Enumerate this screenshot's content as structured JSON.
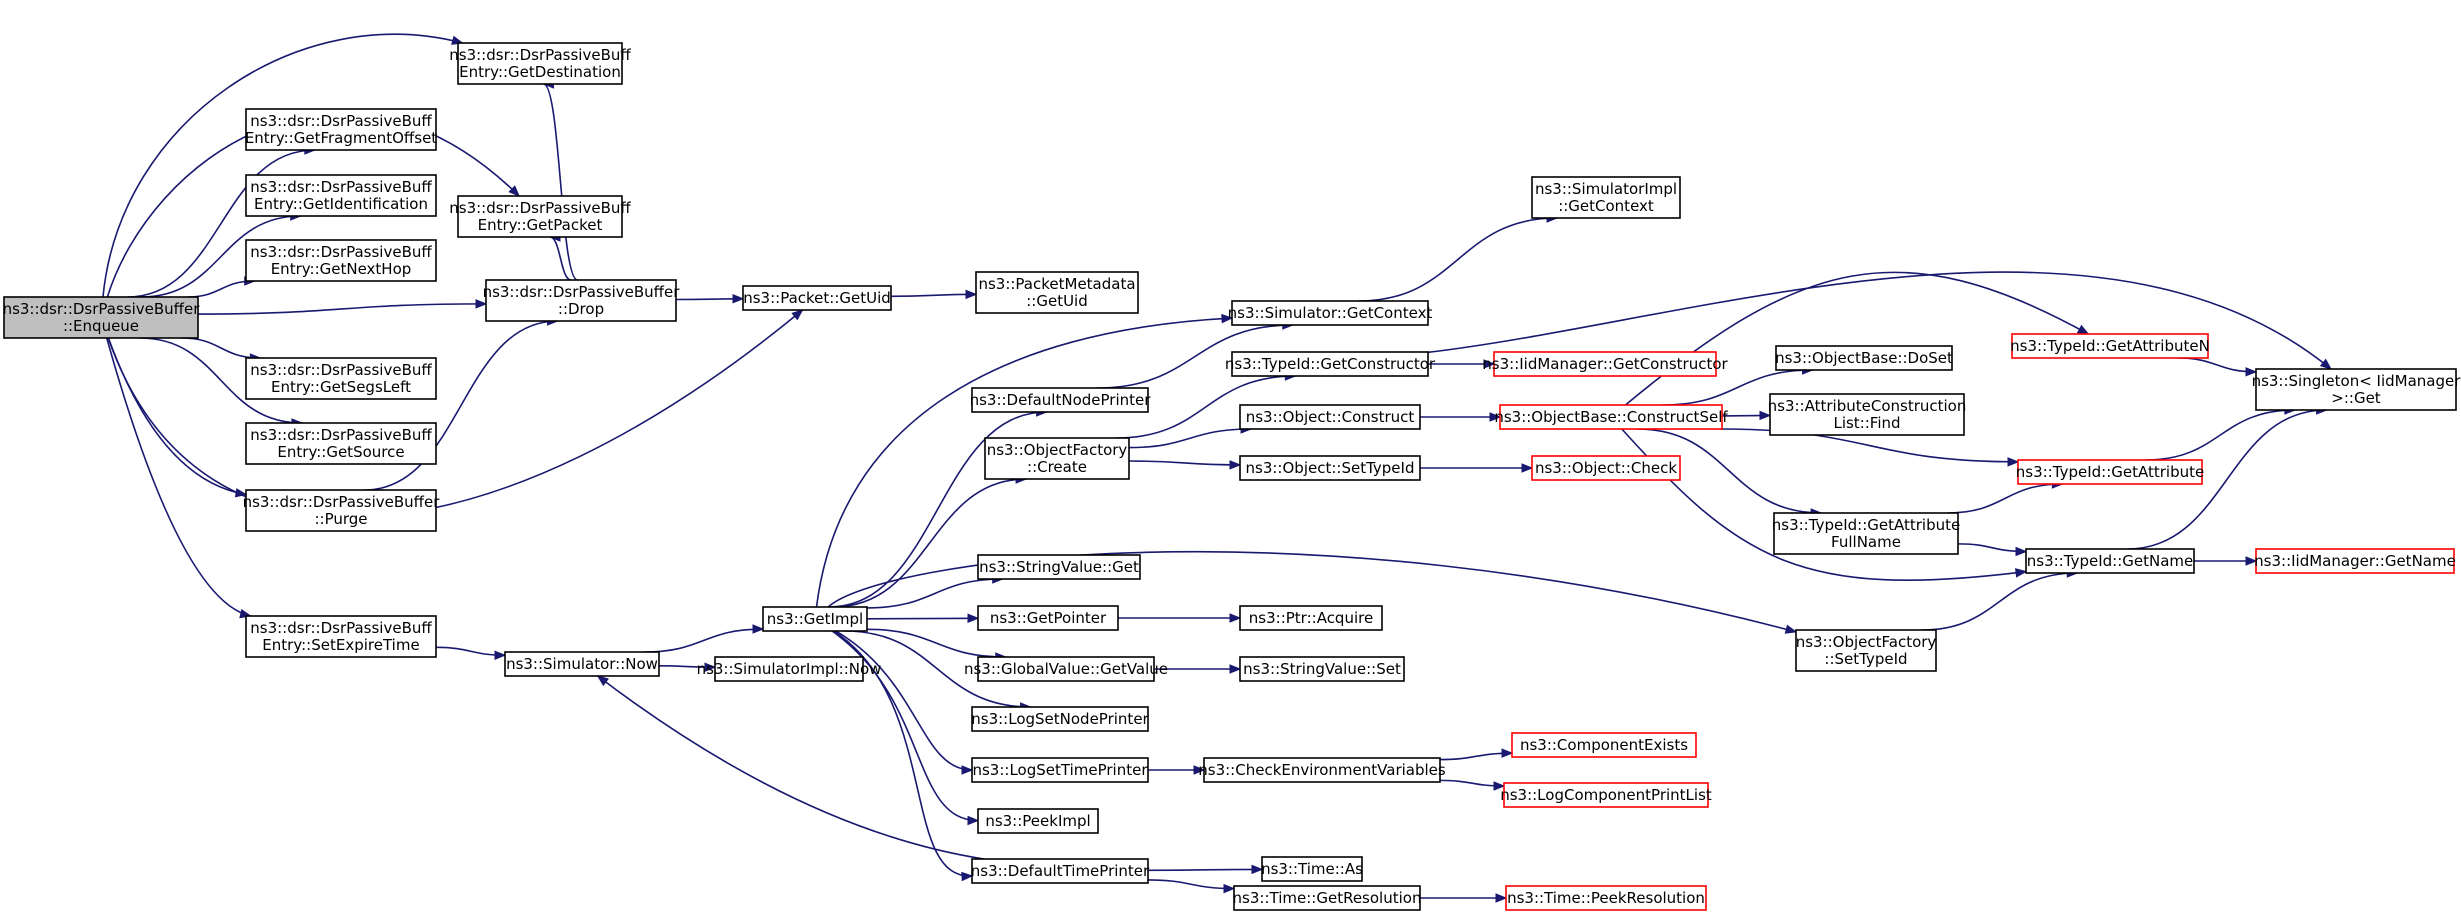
{
  "colors": {
    "edge": "#191970",
    "root_fill": "#bfbfbf",
    "truncated_border": "#ff0000",
    "node_border": "#000000"
  },
  "nodes": [
    {
      "id": "enqueue",
      "lines": [
        "ns3::dsr::DsrPassiveBuffer",
        "::Enqueue"
      ],
      "root": true
    },
    {
      "id": "getdest",
      "lines": [
        "ns3::dsr::DsrPassiveBuff",
        "Entry::GetDestination"
      ]
    },
    {
      "id": "getfrag",
      "lines": [
        "ns3::dsr::DsrPassiveBuff",
        "Entry::GetFragmentOffset"
      ]
    },
    {
      "id": "getident",
      "lines": [
        "ns3::dsr::DsrPassiveBuff",
        "Entry::GetIdentification"
      ]
    },
    {
      "id": "getnexthop",
      "lines": [
        "ns3::dsr::DsrPassiveBuff",
        "Entry::GetNextHop"
      ]
    },
    {
      "id": "getsegs",
      "lines": [
        "ns3::dsr::DsrPassiveBuff",
        "Entry::GetSegsLeft"
      ]
    },
    {
      "id": "getsource",
      "lines": [
        "ns3::dsr::DsrPassiveBuff",
        "Entry::GetSource"
      ]
    },
    {
      "id": "purge",
      "lines": [
        "ns3::dsr::DsrPassiveBuffer",
        "::Purge"
      ]
    },
    {
      "id": "setexpire",
      "lines": [
        "ns3::dsr::DsrPassiveBuff",
        "Entry::SetExpireTime"
      ]
    },
    {
      "id": "getpacket",
      "lines": [
        "ns3::dsr::DsrPassiveBuff",
        "Entry::GetPacket"
      ]
    },
    {
      "id": "drop",
      "lines": [
        "ns3::dsr::DsrPassiveBuffer",
        "::Drop"
      ]
    },
    {
      "id": "pktuid",
      "lines": [
        "ns3::Packet::GetUid"
      ]
    },
    {
      "id": "pmuid",
      "lines": [
        "ns3::PacketMetadata",
        "::GetUid"
      ]
    },
    {
      "id": "simnow",
      "lines": [
        "ns3::Simulator::Now"
      ]
    },
    {
      "id": "getimpl",
      "lines": [
        "ns3::GetImpl"
      ]
    },
    {
      "id": "simimplnow",
      "lines": [
        "ns3::SimulatorImpl::Now"
      ]
    },
    {
      "id": "simctx",
      "lines": [
        "ns3::Simulator::GetContext"
      ]
    },
    {
      "id": "simimplctx",
      "lines": [
        "ns3::SimulatorImpl",
        "::GetContext"
      ]
    },
    {
      "id": "defnode",
      "lines": [
        "ns3::DefaultNodePrinter"
      ]
    },
    {
      "id": "objfactcreate",
      "lines": [
        "ns3::ObjectFactory",
        "::Create"
      ]
    },
    {
      "id": "stringget",
      "lines": [
        "ns3::StringValue::Get"
      ]
    },
    {
      "id": "getpointer",
      "lines": [
        "ns3::GetPointer"
      ]
    },
    {
      "id": "gvget",
      "lines": [
        "ns3::GlobalValue::GetValue"
      ]
    },
    {
      "id": "logsetnode",
      "lines": [
        "ns3::LogSetNodePrinter"
      ]
    },
    {
      "id": "logsettime",
      "lines": [
        "ns3::LogSetTimePrinter"
      ]
    },
    {
      "id": "peekimpl",
      "lines": [
        "ns3::PeekImpl"
      ]
    },
    {
      "id": "deftime",
      "lines": [
        "ns3::DefaultTimePrinter"
      ]
    },
    {
      "id": "typeidctor",
      "lines": [
        "ns3::TypeId::GetConstructor"
      ]
    },
    {
      "id": "objconstruct",
      "lines": [
        "ns3::Object::Construct"
      ]
    },
    {
      "id": "objsettypeid",
      "lines": [
        "ns3::Object::SetTypeId"
      ]
    },
    {
      "id": "ptracquire",
      "lines": [
        "ns3::Ptr::Acquire"
      ]
    },
    {
      "id": "stringset",
      "lines": [
        "ns3::StringValue::Set"
      ]
    },
    {
      "id": "checkenv",
      "lines": [
        "ns3::CheckEnvironmentVariables"
      ]
    },
    {
      "id": "timeas",
      "lines": [
        "ns3::Time::As"
      ]
    },
    {
      "id": "timegetres",
      "lines": [
        "ns3::Time::GetResolution"
      ]
    },
    {
      "id": "iidctor",
      "lines": [
        "ns3::IidManager::GetConstructor"
      ],
      "truncated": true
    },
    {
      "id": "constructself",
      "lines": [
        "ns3::ObjectBase::ConstructSelf"
      ],
      "truncated": true
    },
    {
      "id": "objcheck",
      "lines": [
        "ns3::Object::Check"
      ],
      "truncated": true
    },
    {
      "id": "compexists",
      "lines": [
        "ns3::ComponentExists"
      ],
      "truncated": true
    },
    {
      "id": "logcomplist",
      "lines": [
        "ns3::LogComponentPrintList"
      ],
      "truncated": true
    },
    {
      "id": "peekres",
      "lines": [
        "ns3::Time::PeekResolution"
      ],
      "truncated": true
    },
    {
      "id": "doset",
      "lines": [
        "ns3::ObjectBase::DoSet"
      ]
    },
    {
      "id": "attrfind",
      "lines": [
        "ns3::AttributeConstruction",
        "List::Find"
      ]
    },
    {
      "id": "getattrfull",
      "lines": [
        "ns3::TypeId::GetAttribute",
        "FullName"
      ]
    },
    {
      "id": "ofsettypeid",
      "lines": [
        "ns3::ObjectFactory",
        "::SetTypeId"
      ]
    },
    {
      "id": "getattrn",
      "lines": [
        "ns3::TypeId::GetAttributeN"
      ],
      "truncated": true
    },
    {
      "id": "getattr",
      "lines": [
        "ns3::TypeId::GetAttribute"
      ],
      "truncated": true
    },
    {
      "id": "getname",
      "lines": [
        "ns3::TypeId::GetName"
      ]
    },
    {
      "id": "singleton",
      "lines": [
        "ns3::Singleton< IidManager",
        ">::Get"
      ]
    },
    {
      "id": "iidname",
      "lines": [
        "ns3::IidManager::GetName"
      ],
      "truncated": true
    }
  ],
  "edges": [
    [
      "enqueue",
      "getdest"
    ],
    [
      "enqueue",
      "getfrag"
    ],
    [
      "enqueue",
      "getident"
    ],
    [
      "enqueue",
      "getnexthop"
    ],
    [
      "enqueue",
      "getpacket"
    ],
    [
      "enqueue",
      "drop"
    ],
    [
      "enqueue",
      "pktuid"
    ],
    [
      "enqueue",
      "getsegs"
    ],
    [
      "enqueue",
      "getsource"
    ],
    [
      "enqueue",
      "purge"
    ],
    [
      "enqueue",
      "setexpire"
    ],
    [
      "drop",
      "getdest"
    ],
    [
      "drop",
      "getpacket"
    ],
    [
      "drop",
      "pktuid"
    ],
    [
      "purge",
      "drop"
    ],
    [
      "pktuid",
      "pmuid"
    ],
    [
      "setexpire",
      "simnow"
    ],
    [
      "simnow",
      "getimpl"
    ],
    [
      "simnow",
      "simimplnow"
    ],
    [
      "getimpl",
      "simctx"
    ],
    [
      "getimpl",
      "defnode"
    ],
    [
      "getimpl",
      "objfactcreate"
    ],
    [
      "getimpl",
      "ofsettypeid"
    ],
    [
      "getimpl",
      "stringget"
    ],
    [
      "getimpl",
      "getpointer"
    ],
    [
      "getimpl",
      "gvget"
    ],
    [
      "getimpl",
      "logsetnode"
    ],
    [
      "getimpl",
      "logsettime"
    ],
    [
      "getimpl",
      "peekimpl"
    ],
    [
      "getimpl",
      "deftime"
    ],
    [
      "defnode",
      "simctx"
    ],
    [
      "simctx",
      "simimplctx"
    ],
    [
      "deftime",
      "simnow"
    ],
    [
      "deftime",
      "timeas"
    ],
    [
      "deftime",
      "timegetres"
    ],
    [
      "timegetres",
      "peekres"
    ],
    [
      "objfactcreate",
      "typeidctor"
    ],
    [
      "objfactcreate",
      "objconstruct"
    ],
    [
      "objfactcreate",
      "objsettypeid"
    ],
    [
      "typeidctor",
      "iidctor"
    ],
    [
      "typeidctor",
      "singleton"
    ],
    [
      "objconstruct",
      "constructself"
    ],
    [
      "objsettypeid",
      "objcheck"
    ],
    [
      "getpointer",
      "ptracquire"
    ],
    [
      "gvget",
      "stringset"
    ],
    [
      "logsettime",
      "checkenv"
    ],
    [
      "checkenv",
      "compexists"
    ],
    [
      "checkenv",
      "logcomplist"
    ],
    [
      "constructself",
      "doset"
    ],
    [
      "constructself",
      "attrfind"
    ],
    [
      "constructself",
      "getattrn"
    ],
    [
      "constructself",
      "getattr"
    ],
    [
      "constructself",
      "getattrfull"
    ],
    [
      "constructself",
      "getname"
    ],
    [
      "getattrfull",
      "getattr"
    ],
    [
      "getattrfull",
      "getname"
    ],
    [
      "ofsettypeid",
      "getname"
    ],
    [
      "getattrn",
      "singleton"
    ],
    [
      "getattr",
      "singleton"
    ],
    [
      "getname",
      "singleton"
    ],
    [
      "getname",
      "iidname"
    ]
  ]
}
